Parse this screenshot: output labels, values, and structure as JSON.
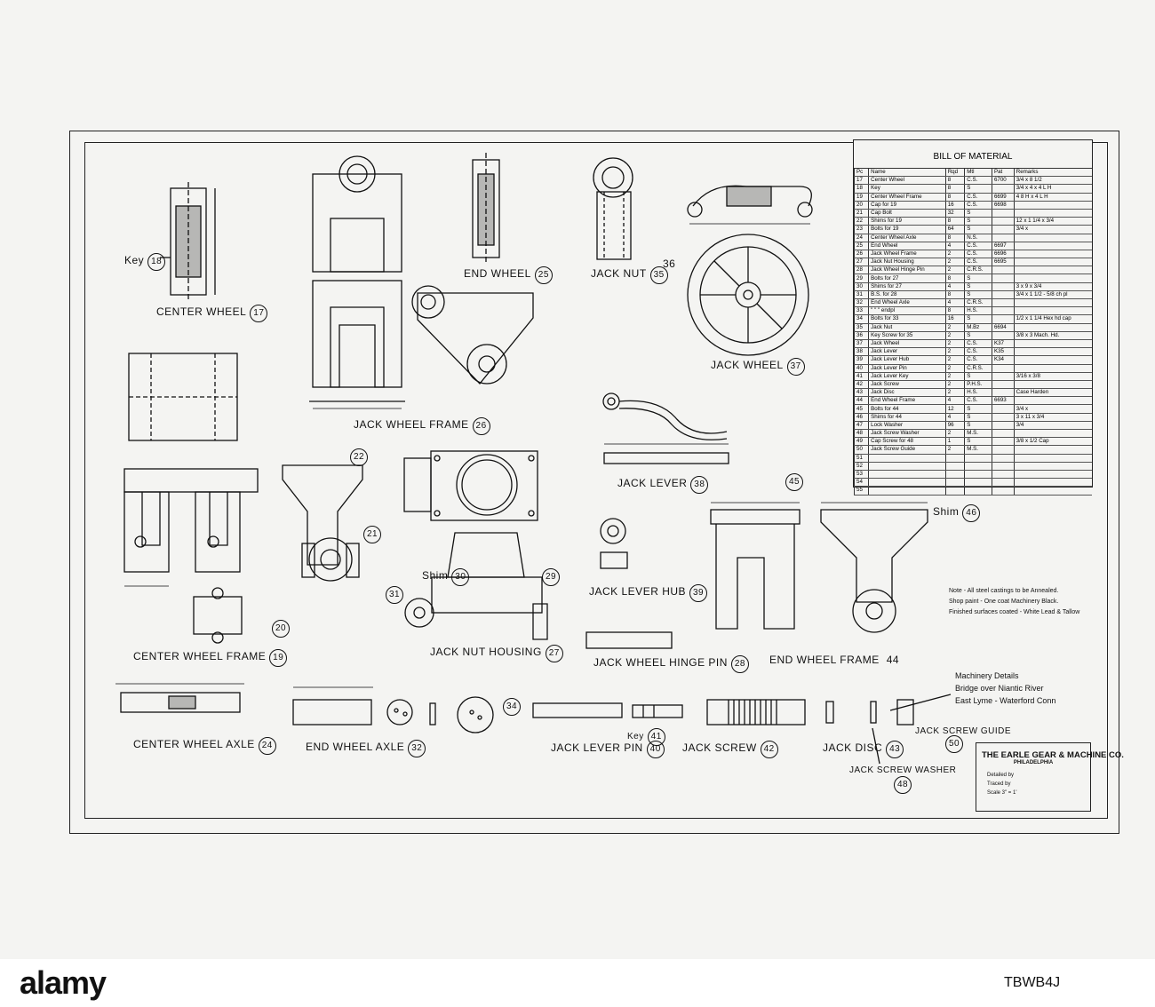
{
  "parts": {
    "center_wheel": "CENTER WHEEL",
    "center_wheel_no": "17",
    "key": "Key",
    "key_no": "18",
    "end_wheel": "END WHEEL",
    "end_wheel_no": "25",
    "jack_nut": "JACK NUT",
    "jack_nut_no": "35",
    "jack_nut_extra": "36",
    "jack_wheel": "JACK WHEEL",
    "jack_wheel_no": "37",
    "jack_wheel_frame": "JACK WHEEL FRAME",
    "jack_wheel_frame_no": "26",
    "jack_lever": "JACK LEVER",
    "jack_lever_no": "38",
    "center_wheel_frame": "CENTER WHEEL FRAME",
    "center_wheel_frame_no": "19",
    "cap_no": "20",
    "part_22": "22",
    "part_21": "21",
    "jack_nut_housing": "JACK NUT HOUSING",
    "jack_nut_housing_no": "27",
    "shim": "Shim",
    "shim_no": "30",
    "part_31": "31",
    "part_29": "29",
    "jack_lever_hub": "JACK LEVER HUB",
    "jack_lever_hub_no": "39",
    "end_wheel_frame": "END WHEEL FRAME",
    "end_wheel_frame_no": "44",
    "part_45": "45",
    "shim_46": "Shim",
    "shim_46_no": "46",
    "jack_wheel_hinge_pin": "JACK WHEEL HINGE PIN",
    "jack_wheel_hinge_pin_no": "28",
    "center_wheel_axle": "CENTER WHEEL AXLE",
    "center_wheel_axle_no": "24",
    "end_wheel_axle": "END WHEEL AXLE",
    "end_wheel_axle_no": "32",
    "part_34": "34",
    "jack_lever_pin": "JACK LEVER PIN",
    "jack_lever_pin_no": "40",
    "key_41": "Key",
    "key_41_no": "41",
    "jack_screw": "JACK SCREW",
    "jack_screw_no": "42",
    "jack_disc": "JACK DISC",
    "jack_disc_no": "43",
    "jack_screw_guide": "JACK SCREW GUIDE",
    "jack_screw_guide_no": "50",
    "jack_screw_washer": "JACK SCREW WASHER",
    "jack_screw_washer_no": "48"
  },
  "bom": {
    "title": "BILL OF MATERIAL",
    "headers": [
      "Pc",
      "Name",
      "Rqd",
      "Mtl",
      "Pat",
      "Remarks"
    ],
    "rows": [
      [
        "17",
        "Center Wheel",
        "8",
        "C.S.",
        "6700",
        "3/4 x 8 1/2"
      ],
      [
        "18",
        "Key",
        "8",
        "S",
        "",
        "3/4 x 4 x 4 L H"
      ],
      [
        "19",
        "Center Wheel Frame",
        "8",
        "C.S.",
        "6699",
        "4 8 H x 4 L H"
      ],
      [
        "20",
        "Cap for 19",
        "16",
        "C.S.",
        "6698",
        ""
      ],
      [
        "21",
        "Cap Bolt",
        "32",
        "S",
        "",
        ""
      ],
      [
        "22",
        "Shims for 19",
        "8",
        "S",
        "",
        "12 x 1 1/4 x 3/4"
      ],
      [
        "23",
        "Bolts for 19",
        "64",
        "S",
        "",
        "3/4 x"
      ],
      [
        "24",
        "Center Wheel Axle",
        "8",
        "N.S.",
        "",
        ""
      ],
      [
        "25",
        "End Wheel",
        "4",
        "C.S.",
        "6697",
        ""
      ],
      [
        "26",
        "Jack Wheel Frame",
        "2",
        "C.S.",
        "6696",
        ""
      ],
      [
        "27",
        "Jack Nut Housing",
        "2",
        "C.S.",
        "6695",
        ""
      ],
      [
        "28",
        "Jack Wheel Hinge Pin",
        "2",
        "C.R.S.",
        "",
        ""
      ],
      [
        "29",
        "Bolts for 27",
        "8",
        "S",
        "",
        ""
      ],
      [
        "30",
        "Shims for 27",
        "4",
        "S",
        "",
        "3 x 9 x 3/4"
      ],
      [
        "31",
        "B.S. for 28",
        "8",
        "S",
        "",
        "3/4 x 1 1/2 - 5/8 ch pl"
      ],
      [
        "32",
        "End Wheel Axle",
        "4",
        "C.R.S.",
        "",
        ""
      ],
      [
        "33",
        "\" \" \" endpl",
        "8",
        "H.S.",
        "",
        ""
      ],
      [
        "34",
        "Bolts for 33",
        "16",
        "S",
        "",
        "1/2 x 1 1/4 Hex hd cap"
      ],
      [
        "35",
        "Jack Nut",
        "2",
        "M.Bz",
        "6694",
        ""
      ],
      [
        "36",
        "Key Screw for 35",
        "2",
        "S",
        "",
        "3/8 x 3 Mach. Hd."
      ],
      [
        "37",
        "Jack Wheel",
        "2",
        "C.S.",
        "K37",
        ""
      ],
      [
        "38",
        "Jack Lever",
        "2",
        "C.S.",
        "K35",
        ""
      ],
      [
        "39",
        "Jack Lever Hub",
        "2",
        "C.S.",
        "K34",
        ""
      ],
      [
        "40",
        "Jack Lever Pin",
        "2",
        "C.R.S.",
        "",
        ""
      ],
      [
        "41",
        "Jack Lever Key",
        "2",
        "S",
        "",
        "3/16 x 3/8"
      ],
      [
        "42",
        "Jack Screw",
        "2",
        "P.H.S.",
        "",
        ""
      ],
      [
        "43",
        "Jack Disc",
        "2",
        "H.S.",
        "",
        "Case Harden"
      ],
      [
        "44",
        "End Wheel Frame",
        "4",
        "C.S.",
        "6693",
        ""
      ],
      [
        "45",
        "Bolts for 44",
        "12",
        "S",
        "",
        "3/4 x"
      ],
      [
        "46",
        "Shims for 44",
        "4",
        "S",
        "",
        "3 x 11 x 3/4"
      ],
      [
        "47",
        "Lock Washer",
        "96",
        "S",
        "",
        "3/4"
      ],
      [
        "48",
        "Jack Screw Washer",
        "2",
        "M.S.",
        "",
        ""
      ],
      [
        "49",
        "Cap Screw for 48",
        "1",
        "S",
        "",
        "3/8 x 1/2 Cap"
      ],
      [
        "50",
        "Jack Screw Guide",
        "2",
        "M.S.",
        "",
        ""
      ],
      [
        "51",
        "",
        "",
        "",
        "",
        ""
      ],
      [
        "52",
        "",
        "",
        "",
        "",
        ""
      ],
      [
        "53",
        "",
        "",
        "",
        "",
        ""
      ],
      [
        "54",
        "",
        "",
        "",
        "",
        ""
      ],
      [
        "55",
        "",
        "",
        "",
        "",
        ""
      ]
    ]
  },
  "notes": {
    "line1": "Note - All steel castings to be Annealed.",
    "line2": "Shop paint - One coat Machinery Black.",
    "line3": "Finished surfaces coated - White Lead & Tallow"
  },
  "machinery": {
    "line1": "Machinery Details",
    "line2": "Bridge over Niantic River",
    "line3": "East Lyme - Waterford Conn"
  },
  "titleblock": {
    "company": "THE EARLE GEAR & MACHINE CO.",
    "city": "PHILADELPHIA",
    "detailed": "Detailed by",
    "traced": "Traced by",
    "scale": "Scale 3\" = 1'"
  },
  "footer": {
    "logo": "alamy",
    "code": "TBWB4J"
  },
  "colors": {
    "ink": "#111111",
    "paper": "#f4f4f2"
  }
}
